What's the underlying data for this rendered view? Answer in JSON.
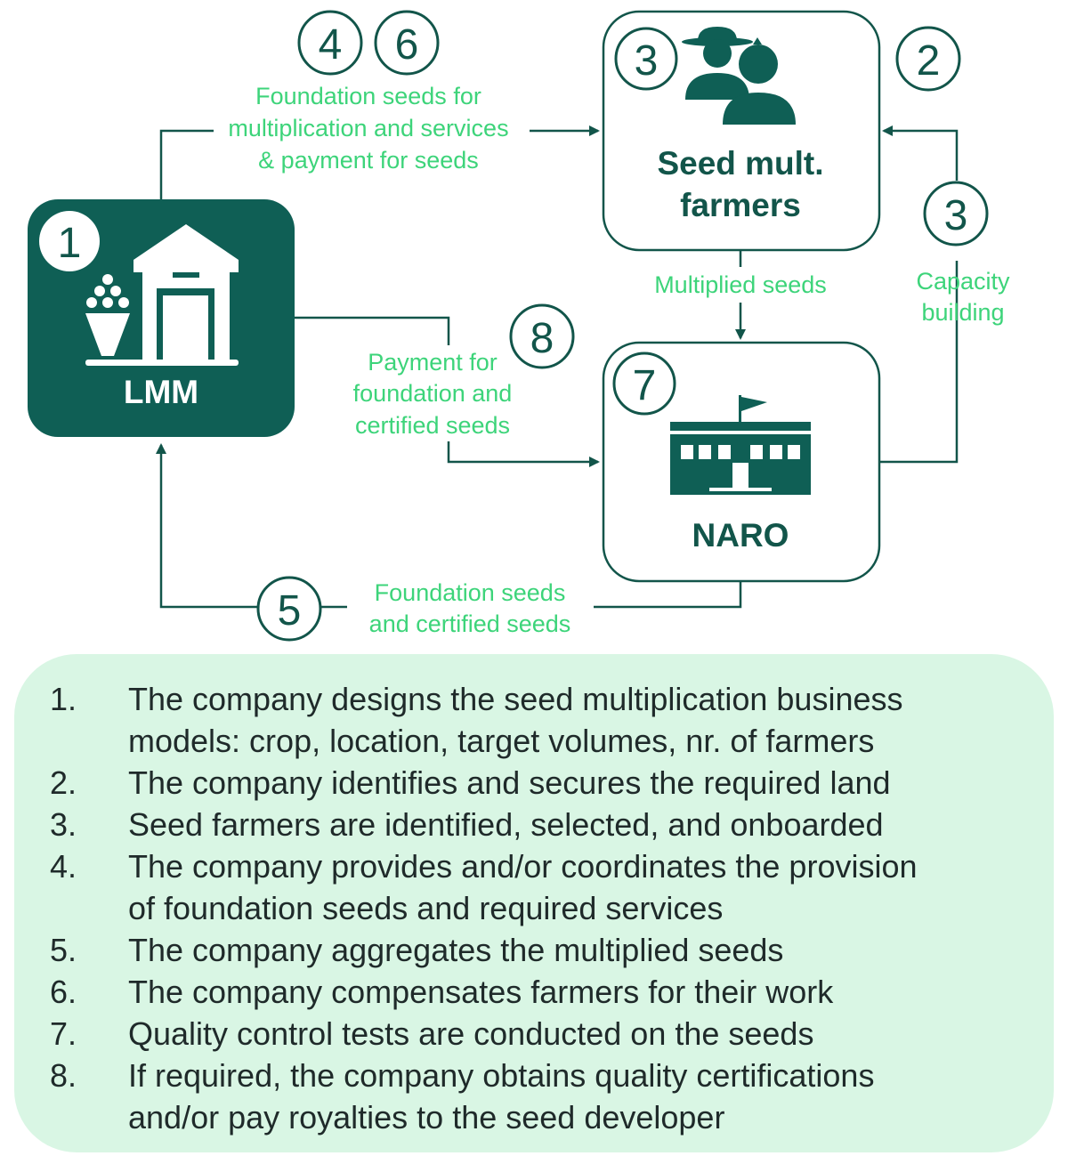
{
  "colors": {
    "dark_green": "#0f5f55",
    "outline_green": "#12554a",
    "label_green": "#3dd47a",
    "panel_bg": "#d9f6e4"
  },
  "nodes": {
    "lmm": {
      "title": "LMM",
      "badge": "1",
      "icon": "warehouse-grain-icon"
    },
    "farmers": {
      "title_line1": "Seed mult.",
      "title_line2": "farmers",
      "badge": "3",
      "icon": "farmers-icon"
    },
    "naro": {
      "title": "NARO",
      "badge": "7",
      "icon": "institute-building-icon"
    }
  },
  "edges": {
    "foundation_to_farmers": {
      "line1": "Foundation seeds for",
      "line2": "multiplication and services",
      "line3": "& payment for seeds",
      "badges": [
        "4",
        "6"
      ]
    },
    "capacity_building": {
      "line1": "Capacity",
      "line2": "building",
      "badge": "3"
    },
    "multiplied_seeds": {
      "label": "Multiplied seeds"
    },
    "payment_to_naro": {
      "line1": "Payment for",
      "line2": "foundation and",
      "line3": "certified seeds",
      "badge": "8"
    },
    "seeds_to_lmm": {
      "line1": "Foundation seeds",
      "line2": "and certified seeds",
      "badge": "5"
    },
    "land_badge": "2"
  },
  "steps": [
    {
      "num": "1.",
      "line1": "The company designs the seed multiplication business",
      "line2": "models: crop, location, target volumes, nr. of farmers"
    },
    {
      "num": "2.",
      "line1": "The company identifies and secures the required land",
      "line2": ""
    },
    {
      "num": "3.",
      "line1": "Seed farmers are identified, selected, and onboarded",
      "line2": ""
    },
    {
      "num": "4.",
      "line1": "The company provides and/or coordinates the provision",
      "line2": "of foundation seeds and required services"
    },
    {
      "num": "5.",
      "line1": "The company aggregates the multiplied seeds",
      "line2": ""
    },
    {
      "num": "6.",
      "line1": "The company compensates farmers for their work",
      "line2": ""
    },
    {
      "num": "7.",
      "line1": "Quality control tests are conducted on the seeds",
      "line2": ""
    },
    {
      "num": "8.",
      "line1": "If required, the company obtains quality certifications",
      "line2": "and/or pay royalties to the seed developer"
    }
  ]
}
